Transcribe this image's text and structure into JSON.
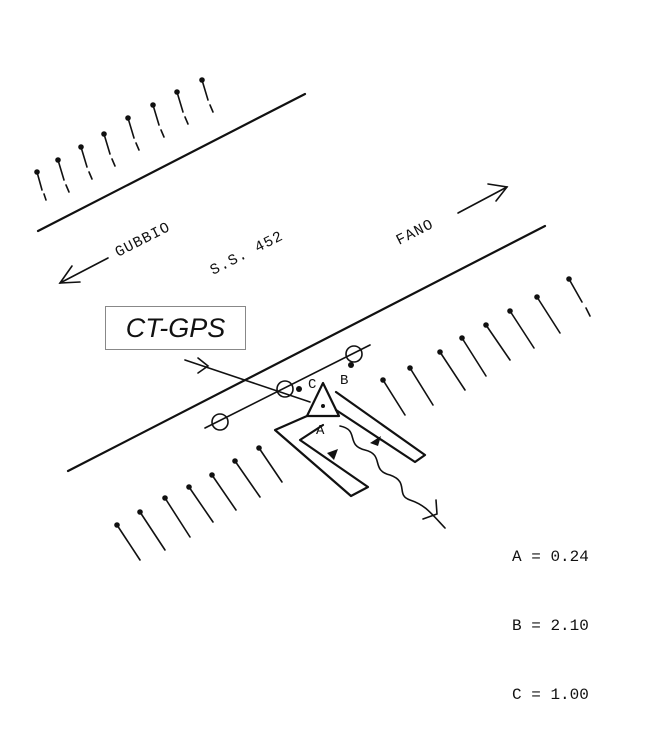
{
  "road": {
    "name": "S.S. 452",
    "west_destination": "GUBBIO",
    "east_destination": "FANO"
  },
  "station": {
    "label": "CT-GPS"
  },
  "points": {
    "a": "A",
    "b": "B",
    "c": "C"
  },
  "legend": [
    {
      "key": "A",
      "sep": "=",
      "value": "0.24"
    },
    {
      "key": "B",
      "sep": "=",
      "value": "2.10"
    },
    {
      "key": "C",
      "sep": "=",
      "value": "1.00"
    }
  ]
}
